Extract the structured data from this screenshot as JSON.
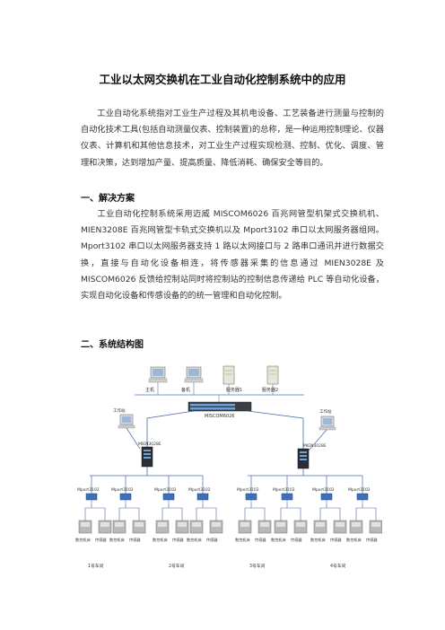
{
  "doc": {
    "title": "工业以太网交换机在工业自动化控制系统中的应用",
    "intro": "工业自动化系统指对工业生产过程及其机电设备、工艺装备进行测量与控制的自动化技术工具(包括自动测量仪表、控制装置)的总称，是一种运用控制理论、仪器仪表、计算机和其他信息技术，对工业生产过程实现检测、控制、优化、调度、管理和决策，达到增加产量、提高质量、降低消耗、确保安全等目的。",
    "section1_heading": "一、解决方案",
    "section1_text": "工业自动化控制系统采用迈威 MISCOM6026 百兆网管型机架式交换机机、MIEN3208E 百兆网管型卡轨式交换机以及 Mport3102 串口以太网服务器组网。Mport3102 串口以太网服务器支持 1 路以太网接口与 2 路串口通讯并进行数据交换，直接与自动化设备相连，将传感器采集的信息通过 MIEN3028E 及 MISCOM6026 反馈给控制站同时将控制站的控制信息传递给 PLC 等自动化设备，实现自动化设备和传感设备的的统一管理和自动化控制。",
    "section2_heading": "二、系统结构图"
  },
  "diagram": {
    "top_labels": [
      "主机",
      "备机",
      "服务器1",
      "服务器2"
    ],
    "core_switch": "MISCOM6026",
    "workstation": "工作站",
    "edge_switch_left": "MIEN3028E",
    "edge_switch_right": "MIEN3028E",
    "mport": "Mport3102",
    "device_labels": [
      "数控机床",
      "传感器",
      "数控机床",
      "传感器",
      "数控机床",
      "传感器",
      "数控机床",
      "传感器",
      "数控机床",
      "传感器",
      "数控机床",
      "传感器",
      "数控机床",
      "传感器",
      "数控机床",
      "传感器"
    ],
    "workshops": [
      "1号车间",
      "2号车间",
      "3号车间",
      "4号车间"
    ],
    "colors": {
      "line": "#7a9ccc",
      "cable": "#4a6aa8",
      "device": "#8a8a8a"
    }
  }
}
